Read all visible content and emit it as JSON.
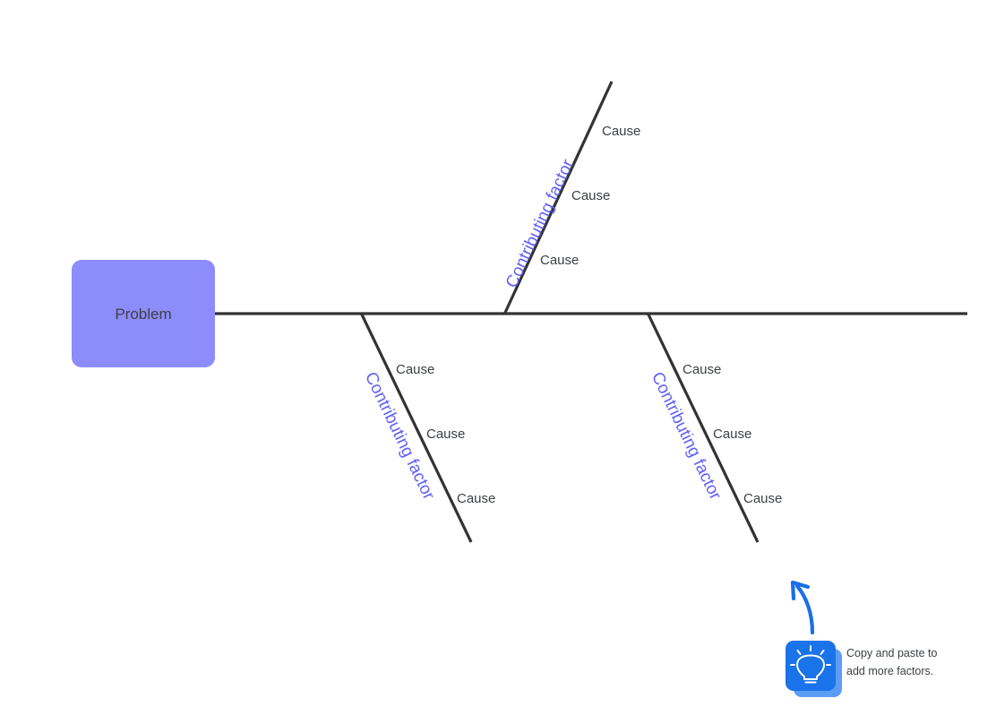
{
  "diagram": {
    "type": "fishbone-ishikawa",
    "problem": {
      "label": "Problem",
      "fill": "#8c8cfc",
      "text_color": "#3c4043"
    },
    "spine": {
      "color": "#333333"
    },
    "branches": [
      {
        "id": "top",
        "direction": "up",
        "factor_label": "Contributing factor",
        "factor_color": "#6161f5",
        "causes": [
          "Cause",
          "Cause",
          "Cause"
        ]
      },
      {
        "id": "bottom-left",
        "direction": "down",
        "factor_label": "Contributing factor",
        "factor_color": "#6161f5",
        "causes": [
          "Cause",
          "Cause",
          "Cause"
        ]
      },
      {
        "id": "bottom-right",
        "direction": "down",
        "factor_label": "Contributing factor",
        "factor_color": "#6161f5",
        "causes": [
          "Cause",
          "Cause",
          "Cause"
        ]
      }
    ]
  },
  "hint": {
    "icon_name": "lightbulb-icon",
    "icon_color": "#1a73e8",
    "icon_shadow_color": "#5c9cf5",
    "arrow_color": "#1a6fe8",
    "line1": "Copy and paste to",
    "line2": "add more factors."
  }
}
